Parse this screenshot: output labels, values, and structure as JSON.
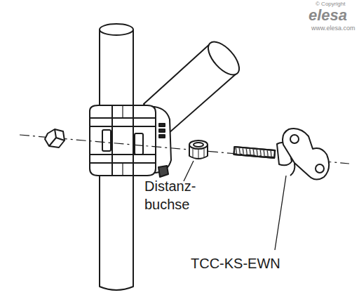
{
  "diagram": {
    "labels": [
      "© Copyright",
      "elesa",
      "www.elesa.com",
      "Distanz- buchse",
      "TCC-KS-EWN"
    ]
  }
}
